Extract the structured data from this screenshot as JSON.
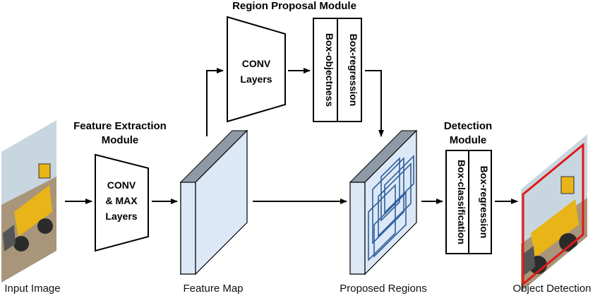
{
  "diagram": {
    "modules": {
      "feature_extraction_title_line1": "Feature Extraction",
      "feature_extraction_title_line2": "Module",
      "region_proposal_title": "Region Proposal Module",
      "detection_title_line1": "Detection",
      "detection_title_line2": "Module"
    },
    "blocks": {
      "conv_max_line1": "CONV",
      "conv_max_line2": "& MAX",
      "conv_max_line3": "Layers",
      "rpn_conv_line1": "CONV",
      "rpn_conv_line2": "Layers",
      "rpn_box_objectness": "Box-objectness",
      "rpn_box_regression": "Box-regression",
      "det_box_classification": "Box-classification",
      "det_box_regression": "Box-regression"
    },
    "captions": {
      "input_image": "Input Image",
      "feature_map": "Feature Map",
      "proposed_regions": "Proposed Regions",
      "object_detection": "Object Detection"
    },
    "colors": {
      "slab_front": "#dce8f6",
      "slab_top": "#8e9aa6",
      "slab_side": "#6f7b86",
      "region_lines": "#2f5f9a",
      "detection_box": "#e01818",
      "image_sky": "#c8d6df",
      "image_ground": "#a8957a",
      "loader_yellow": "#e8b417"
    }
  }
}
